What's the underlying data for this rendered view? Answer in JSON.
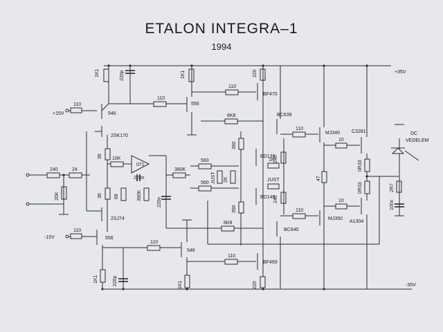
{
  "title": "ETALON INTEGRA–1",
  "year": "1994",
  "rails": {
    "pos": "+35V",
    "neg": "-35V"
  },
  "inputs": {
    "pos15": "+15V",
    "neg15": "-15V"
  },
  "transistors": {
    "t546_top": "546",
    "t556_top": "556",
    "bf470": "BF470",
    "bc639": "BC639",
    "bd139": "BD139",
    "bd140": "BD140",
    "mj340": "MJ340",
    "c3281": "C3281",
    "t556_bot": "556",
    "t546_bot": "546",
    "bf469": "BF469",
    "bc640": "BC640",
    "mj350": "MJ350",
    "a1304": "A1304",
    "fet_top": "2SK170",
    "fet_bot": "2SJ74",
    "opamp": "071"
  },
  "components": {
    "r1k1_a": "1K1",
    "c220p_a": "220p",
    "r1k1_b": "1K1",
    "r220_a": "220",
    "r110_a": "110",
    "r110_b": "110",
    "r110_c": "110",
    "r6k8_a": "6K8",
    "r110_d": "110",
    "r10_a": "10",
    "r0r33_a": "0R33",
    "r390_a": "390",
    "r1k": "1K",
    "r240_a": "240",
    "r36_a": "36",
    "r10k": "10K",
    "r240_in": "240",
    "r24": "24",
    "r20k": "20K",
    "r220n_a": "220n",
    "r390k": "390K",
    "r220n_b": "220n",
    "r380k": "380K",
    "r560_a": "560",
    "r560_b": "560",
    "just_a": "JUST",
    "r2k": "2K",
    "just_b": "JUST",
    "r47": "47",
    "r0r33_b": "0R33",
    "r2r7": "2R7",
    "c100n": "100n",
    "r36_b": "36",
    "r68": "68",
    "r390_b": "390",
    "r240_b": "240",
    "r110_e": "110",
    "r10_b": "10",
    "r6k8_b": "6K8",
    "r110_f": "110",
    "r110_g": "110",
    "r110_h": "110",
    "r1k1_c": "1K1",
    "c220p_b": "220p",
    "r1k1_d": "1K1",
    "r220_b": "220"
  },
  "protection": {
    "dc": "DC",
    "vedelem": "VEDELEM"
  }
}
